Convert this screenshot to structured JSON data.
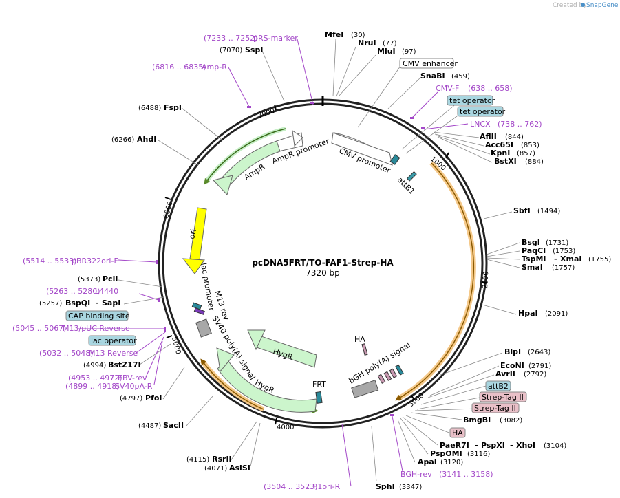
{
  "credit": {
    "prefix": "Created by",
    "brand": "SnapGene"
  },
  "plasmid": {
    "name": "pcDNA5FRT/TO-FAF1-Strep-HA",
    "size": "7320 bp"
  },
  "ticks": [
    "1000",
    "2000",
    "3000",
    "4000",
    "5000",
    "6000",
    "7000"
  ],
  "sites": [
    {
      "name": "MfeI",
      "pos": "(30)"
    },
    {
      "name": "NruI",
      "pos": "(77)"
    },
    {
      "name": "MluI",
      "pos": "(97)"
    },
    {
      "name": "SnaBI",
      "pos": "(459)"
    },
    {
      "name": "AflII",
      "pos": "(844)"
    },
    {
      "name": "Acc65I",
      "pos": "(853)"
    },
    {
      "name": "KpnI",
      "pos": "(857)"
    },
    {
      "name": "BstXI",
      "pos": "(884)"
    },
    {
      "name": "SbfI",
      "pos": "(1494)"
    },
    {
      "name": "BsgI",
      "pos": "(1731)"
    },
    {
      "name": "PaqCI",
      "pos": "(1753)"
    },
    {
      "name": "TspMI",
      "name2": "XmaI",
      "pos": "(1755)"
    },
    {
      "name": "SmaI",
      "pos": "(1757)"
    },
    {
      "name": "HpaI",
      "pos": "(2091)"
    },
    {
      "name": "BlpI",
      "pos": "(2643)"
    },
    {
      "name": "EcoNI",
      "pos": "(2791)"
    },
    {
      "name": "AvrII",
      "pos": "(2792)"
    },
    {
      "name": "BmgBI",
      "pos": "(3082)"
    },
    {
      "name": "PaeR7I",
      "name2": "PspXI",
      "name3": "XhoI",
      "pos": "(3104)"
    },
    {
      "name": "PspOMI",
      "pos": "(3116)"
    },
    {
      "name": "ApaI",
      "pos": "(3120)"
    },
    {
      "name": "SphI",
      "pos": "(3347)"
    },
    {
      "name": "AsiSI",
      "pos": "(4071)"
    },
    {
      "name": "RsrII",
      "pos": "(4115)"
    },
    {
      "name": "SacII",
      "pos": "(4487)"
    },
    {
      "name": "PfoI",
      "pos": "(4797)"
    },
    {
      "name": "BstZ17I",
      "pos": "(4994)"
    },
    {
      "name": "BspQI",
      "name2": "SapI",
      "pos": "(5257)"
    },
    {
      "name": "PciI",
      "pos": "(5373)"
    },
    {
      "name": "AhdI",
      "pos": "(6266)"
    },
    {
      "name": "FspI",
      "pos": "(6488)"
    },
    {
      "name": "SspI",
      "pos": "(7070)"
    }
  ],
  "primers": [
    {
      "name": "pRS-marker",
      "range": "(7233 .. 7252)"
    },
    {
      "name": "Amp-R",
      "range": "(6816 .. 6835)"
    },
    {
      "name": "CMV-F",
      "range": "(638 .. 658)"
    },
    {
      "name": "LNCX",
      "range": "(738 .. 762)"
    },
    {
      "name": "pBR322ori-F",
      "range": "(5514 .. 5533)"
    },
    {
      "name": "L4440",
      "range": "(5263 .. 5280)"
    },
    {
      "name": "M13/pUC Reverse",
      "range": "(5045 .. 5067)"
    },
    {
      "name": "M13 Reverse",
      "range": "(5032 .. 5048)"
    },
    {
      "name": "EBV-rev",
      "range": "(4953 .. 4972)"
    },
    {
      "name": "SV40pA-R",
      "range": "(4899 .. 4918)"
    },
    {
      "name": "BGH-rev",
      "range": "(3141 .. 3158)"
    },
    {
      "name": "F1ori-R",
      "range": "(3504 .. 3523)"
    }
  ],
  "boxed": [
    {
      "name": "CMV enhancer"
    },
    {
      "name": "tet operator"
    },
    {
      "name": "tet operator"
    },
    {
      "name": "CAP binding site"
    },
    {
      "name": "lac operator"
    },
    {
      "name": "attB2"
    },
    {
      "name": "Strep-Tag II"
    },
    {
      "name": "Strep-Tag II"
    },
    {
      "name": "HA"
    }
  ],
  "features": {
    "cmv_promoter": "CMV promoter",
    "attb1": "attB1",
    "ampr_promoter": "AmpR promoter",
    "ampr": "AmpR",
    "ori": "ori",
    "lac_promoter": "lac promoter",
    "m13_rev": "M13 rev",
    "sv40": "SV40 poly(A) signal",
    "hygr1": "HygR",
    "hygr2": "HygR",
    "frt": "FRT",
    "bgh": "bGH poly(A) signal",
    "ha": "HA"
  },
  "colors": {
    "primer": "#a347c8",
    "feature_green": "#ccf5cc",
    "ori_yellow": "#ffff00",
    "boxed_blue": "#a9d6e0",
    "boxed_pink": "#e9c0c8",
    "orf_orange": "#f5c98a"
  }
}
